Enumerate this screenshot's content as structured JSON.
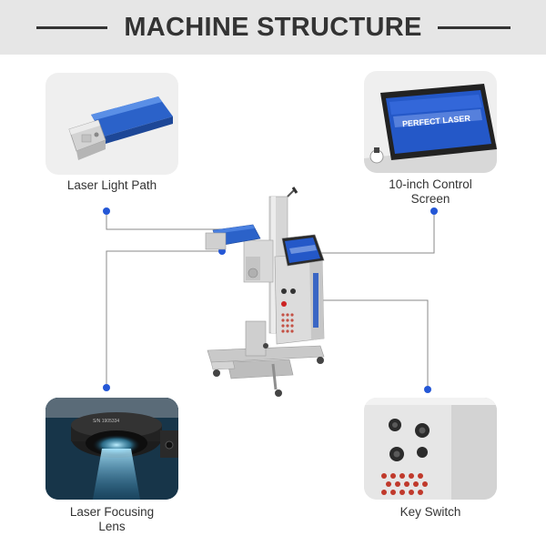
{
  "header": {
    "title": "MACHINE STRUCTURE"
  },
  "components": {
    "laser_light_path": "Laser Light Path",
    "control_screen": "10-inch Control Screen",
    "focusing_lens": "Laser Focusing Lens",
    "key_switch": "Key Switch"
  },
  "screen_brand": "PERFECT LASER",
  "lens_engraving": "S/N 1905334",
  "colors": {
    "accent_blue": "#2457d6",
    "header_bg": "#e6e6e6",
    "title": "#333333"
  }
}
